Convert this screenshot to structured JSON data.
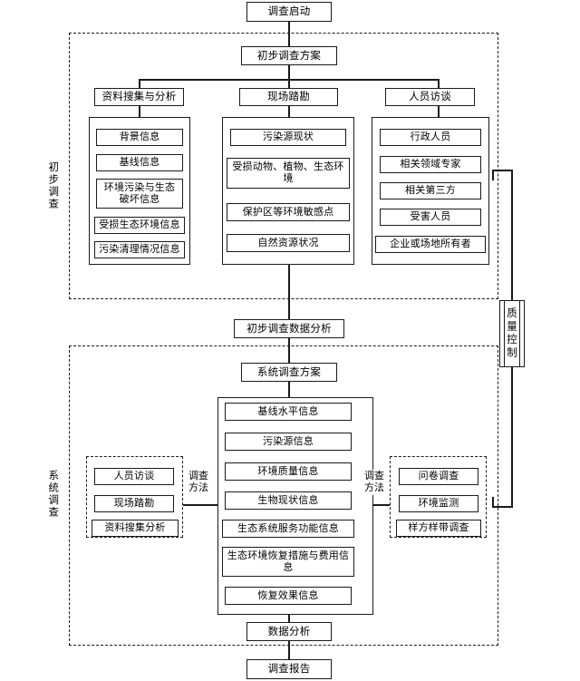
{
  "diagram": {
    "title_node": "调查启动",
    "report_node": "调查报告",
    "quality_control": "质量控制",
    "phase1": {
      "label": "初步调查",
      "plan": "初步调查方案",
      "analysis": "初步调查数据分析",
      "branches": [
        {
          "header": "资料搜集与分析",
          "items": [
            "背景信息",
            "基线信息",
            "环境污染与生态破坏信息",
            "受损生态环境信息",
            "污染清理情况信息"
          ]
        },
        {
          "header": "现场踏勘",
          "items": [
            "污染源现状",
            "受损动物、植物、生态环境",
            "保护区等环境敏感点",
            "自然资源状况"
          ]
        },
        {
          "header": "人员访谈",
          "items": [
            "行政人员",
            "相关领域专家",
            "相关第三方",
            "受害人员",
            "企业或场地所有者"
          ]
        }
      ]
    },
    "phase2": {
      "label": "系统调查",
      "plan": "系统调查方案",
      "data_analysis": "数据分析",
      "center_items": [
        "基线水平信息",
        "污染源信息",
        "环境质量信息",
        "生物现状信息",
        "生态系统服务功能信息",
        "生态环境恢复措施与费用信息",
        "恢复效果信息"
      ],
      "left_method_label": "调查方法",
      "left_methods": [
        "人员访谈",
        "现场踏勘",
        "资料搜集分析"
      ],
      "right_method_label": "调查方法",
      "right_methods": [
        "问卷调查",
        "环境监测",
        "样方样带调查"
      ]
    }
  }
}
